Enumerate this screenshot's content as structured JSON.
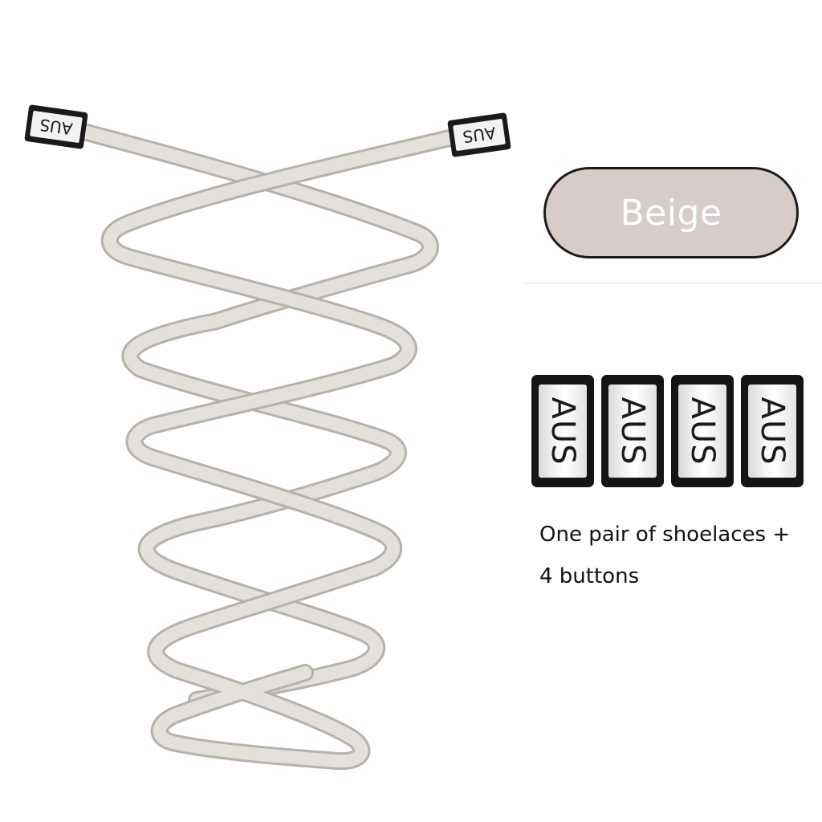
{
  "product": {
    "tip_marking": "AUS",
    "lace_color_hex": "#e4e0dc",
    "lace_shadow_hex": "#b7b1ab"
  },
  "color_option": {
    "label": "Beige",
    "swatch_color": "#d8ccca"
  },
  "buttons": {
    "count": 4,
    "items": [
      "AUS",
      "AUS",
      "AUS",
      "AUS"
    ]
  },
  "caption": {
    "line1": "One pair of shoelaces +",
    "line2": "4 buttons"
  }
}
